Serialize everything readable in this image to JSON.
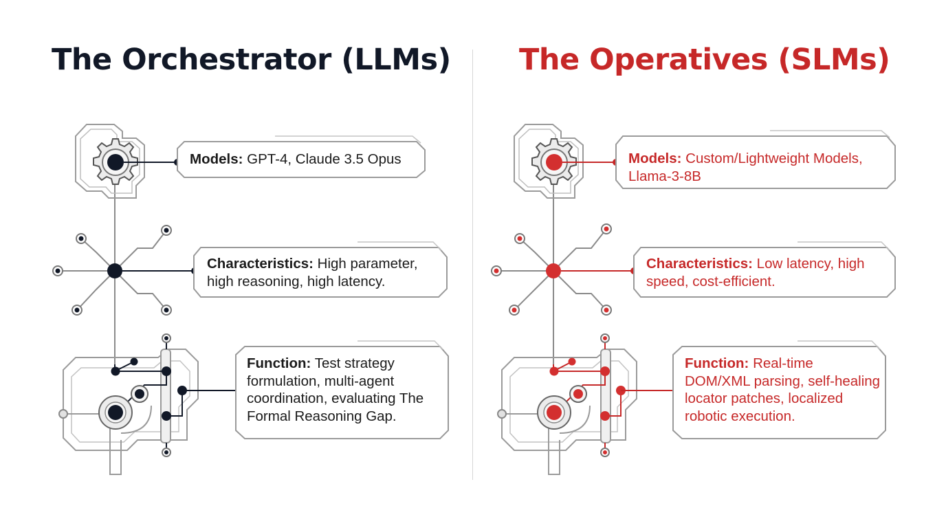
{
  "left": {
    "title": "The Orchestrator (LLMs)",
    "accent": "#111827",
    "models_label": "Models:",
    "models_text": "GPT-4, Claude 3.5 Opus",
    "characteristics_label": "Characteristics:",
    "characteristics_text": "High parameter, high reasoning, high latency.",
    "function_label": "Function:",
    "function_text": "Test strategy formulation, multi-agent coordination, evaluating The Formal Reasoning Gap."
  },
  "right": {
    "title": "The Operatives (SLMs)",
    "accent": "#c62828",
    "models_label": "Models:",
    "models_text": "Custom/Lightweight Models, Llama-3-8B",
    "characteristics_label": "Characteristics:",
    "characteristics_text": "Low latency, high speed, cost-efficient.",
    "function_label": "Function:",
    "function_text": "Real-time DOM/XML parsing, self-healing locator patches, localized robotic execution."
  }
}
